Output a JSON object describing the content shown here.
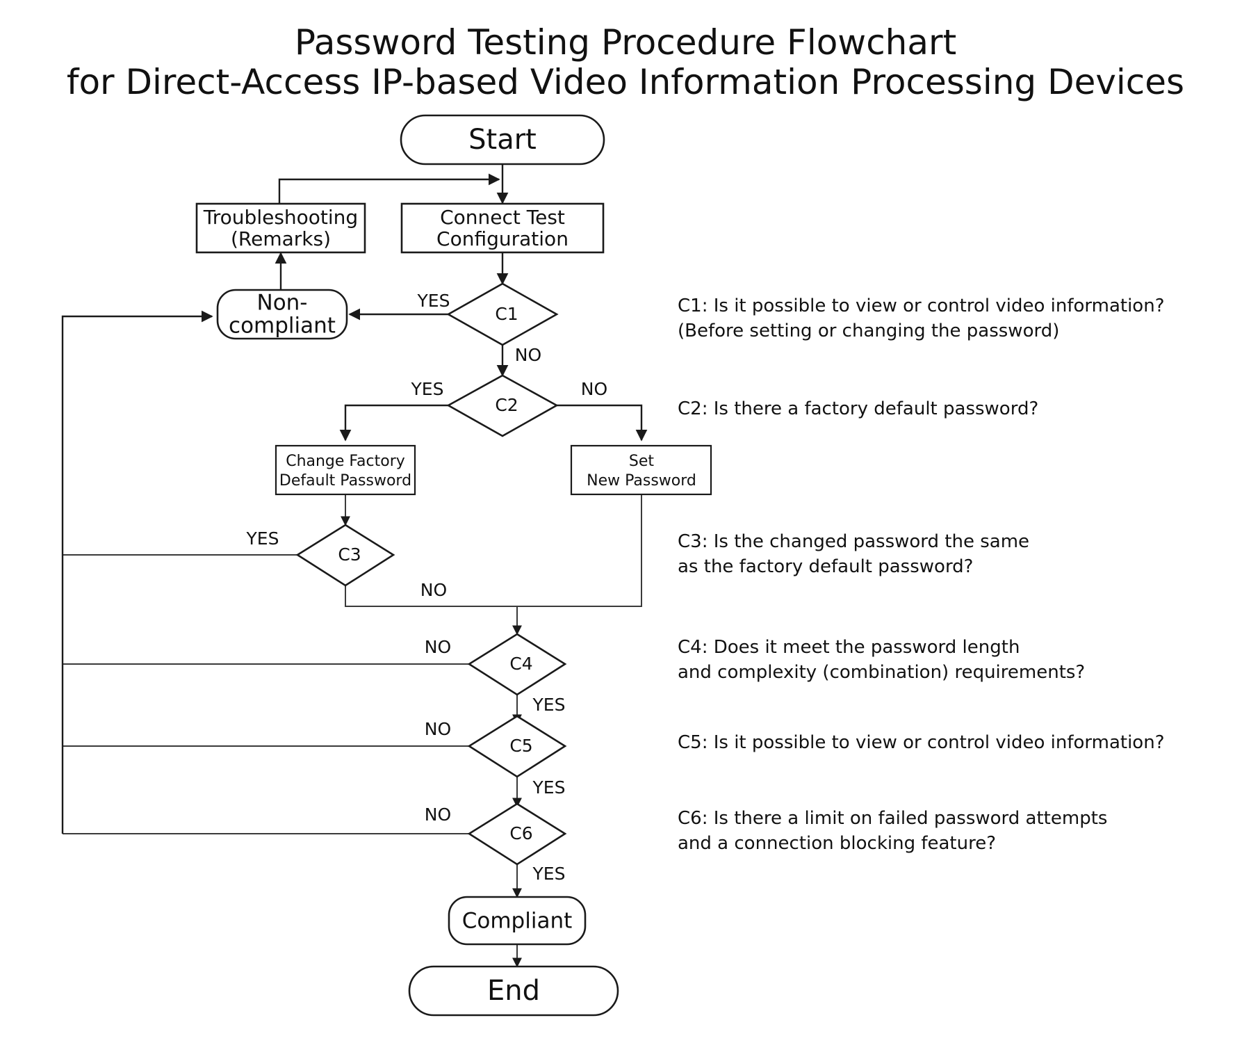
{
  "title": {
    "line1": "Password Testing Procedure Flowchart",
    "line2": "for Direct-Access IP-based Video Information Processing Devices"
  },
  "colors": {
    "background": "#ffffff",
    "node_stroke": "#1a1a1a",
    "edge_stroke": "#3a3a3a",
    "text": "#111111"
  },
  "chart_data": {
    "type": "flowchart",
    "title": "Password Testing Procedure Flowchart for Direct-Access IP-based Video Information Processing Devices",
    "nodes": [
      {
        "id": "start",
        "label": "Start",
        "shape": "terminal"
      },
      {
        "id": "troubleshooting",
        "label_line1": "Troubleshooting",
        "label_line2": "(Remarks)",
        "shape": "process"
      },
      {
        "id": "connect",
        "label_line1": "Connect Test",
        "label_line2": "Configuration",
        "shape": "process"
      },
      {
        "id": "noncompliant",
        "label_line1": "Non-",
        "label_line2": "compliant",
        "shape": "terminal"
      },
      {
        "id": "c1",
        "label": "C1",
        "shape": "decision"
      },
      {
        "id": "c2",
        "label": "C2",
        "shape": "decision"
      },
      {
        "id": "changefactory",
        "label_line1": "Change Factory",
        "label_line2": "Default Password",
        "shape": "process"
      },
      {
        "id": "setnew",
        "label_line1": "Set",
        "label_line2": "New Password",
        "shape": "process"
      },
      {
        "id": "c3",
        "label": "C3",
        "shape": "decision"
      },
      {
        "id": "c4",
        "label": "C4",
        "shape": "decision"
      },
      {
        "id": "c5",
        "label": "C5",
        "shape": "decision"
      },
      {
        "id": "c6",
        "label": "C6",
        "shape": "decision"
      },
      {
        "id": "compliant",
        "label": "Compliant",
        "shape": "terminal"
      },
      {
        "id": "end",
        "label": "End",
        "shape": "terminal"
      }
    ],
    "edges": [
      {
        "from": "start",
        "to": "connect",
        "label": ""
      },
      {
        "from": "troubleshooting",
        "to": "connect",
        "label": ""
      },
      {
        "from": "noncompliant",
        "to": "troubleshooting",
        "label": ""
      },
      {
        "from": "connect",
        "to": "c1",
        "label": ""
      },
      {
        "from": "c1",
        "to": "noncompliant",
        "label": "YES"
      },
      {
        "from": "c1",
        "to": "c2",
        "label": "NO"
      },
      {
        "from": "c2",
        "to": "changefactory",
        "label": "YES"
      },
      {
        "from": "c2",
        "to": "setnew",
        "label": "NO"
      },
      {
        "from": "changefactory",
        "to": "c3",
        "label": ""
      },
      {
        "from": "c3",
        "to": "noncompliant",
        "label": "YES"
      },
      {
        "from": "c3",
        "to": "c4",
        "label": "NO"
      },
      {
        "from": "setnew",
        "to": "c4",
        "label": ""
      },
      {
        "from": "c4",
        "to": "noncompliant",
        "label": "NO"
      },
      {
        "from": "c4",
        "to": "c5",
        "label": "YES"
      },
      {
        "from": "c5",
        "to": "noncompliant",
        "label": "NO"
      },
      {
        "from": "c5",
        "to": "c6",
        "label": "YES"
      },
      {
        "from": "c6",
        "to": "noncompliant",
        "label": "NO"
      },
      {
        "from": "c6",
        "to": "compliant",
        "label": "YES"
      },
      {
        "from": "compliant",
        "to": "end",
        "label": ""
      }
    ]
  },
  "labels": {
    "start": "Start",
    "end": "End",
    "compliant": "Compliant",
    "noncompliant_l1": "Non-",
    "noncompliant_l2": "compliant",
    "troubleshooting_l1": "Troubleshooting",
    "troubleshooting_l2": "(Remarks)",
    "connect_l1": "Connect Test",
    "connect_l2": "Configuration",
    "changefactory_l1": "Change Factory",
    "changefactory_l2": "Default Password",
    "setnew_l1": "Set",
    "setnew_l2": "New Password",
    "c1": "C1",
    "c2": "C2",
    "c3": "C3",
    "c4": "C4",
    "c5": "C5",
    "c6": "C6",
    "yes": "YES",
    "no": "NO"
  },
  "edge_labels": {
    "c1_yes": "YES",
    "c1_no": "NO",
    "c2_yes": "YES",
    "c2_no": "NO",
    "c3_yes": "YES",
    "c3_no": "NO",
    "c4_no": "NO",
    "c4_yes": "YES",
    "c5_no": "NO",
    "c5_yes": "YES",
    "c6_no": "NO",
    "c6_yes": "YES"
  },
  "legend": [
    {
      "id": "c1",
      "line1": "C1: Is it possible to view or control video information?",
      "line2": "(Before setting or changing the password)"
    },
    {
      "id": "c2",
      "line1": "C2: Is there a factory default password?",
      "line2": ""
    },
    {
      "id": "c3",
      "line1": "C3: Is the changed password the same",
      "line2": "as the factory default password?"
    },
    {
      "id": "c4",
      "line1": "C4: Does it meet the password length",
      "line2": "and complexity (combination) requirements?"
    },
    {
      "id": "c5",
      "line1": "C5: Is it possible to view or control video information?",
      "line2": ""
    },
    {
      "id": "c6",
      "line1": "C6: Is there a limit on failed password attempts",
      "line2": "and a connection blocking feature?"
    }
  ]
}
